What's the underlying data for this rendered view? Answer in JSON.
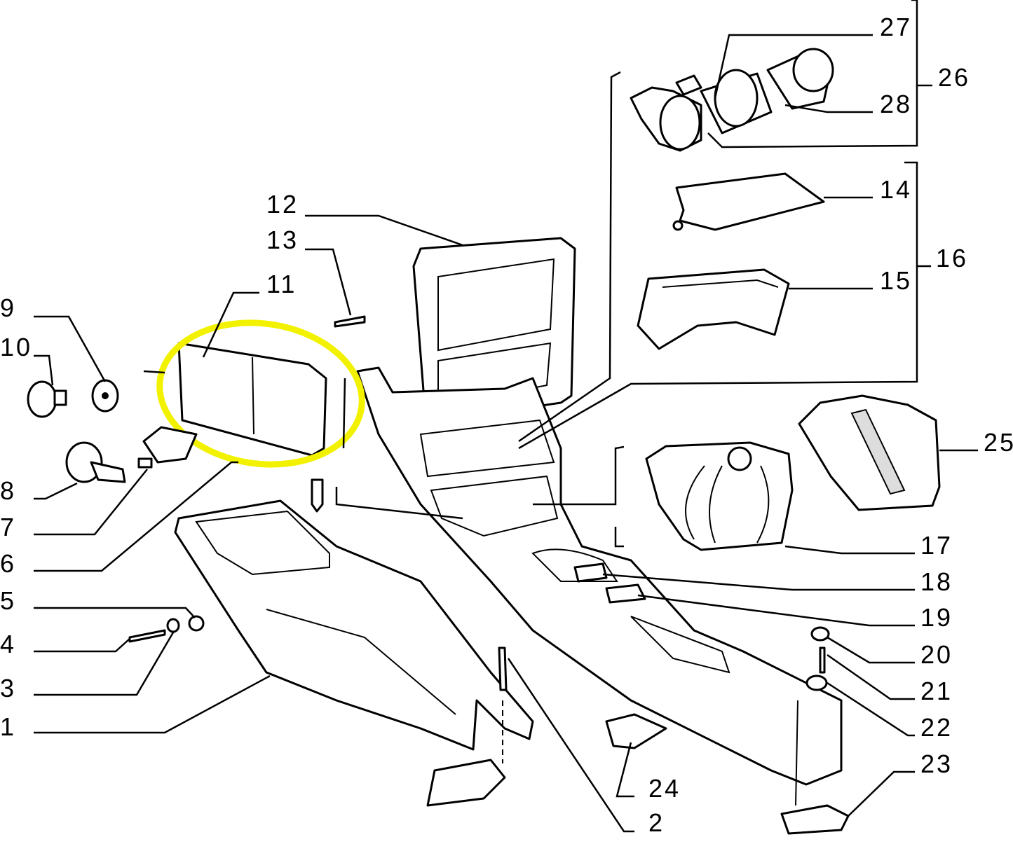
{
  "diagram": {
    "type": "exploded parts diagram - center console",
    "highlight_color": "#f2f200",
    "callouts": [
      "1",
      "2",
      "3",
      "4",
      "5",
      "6",
      "7",
      "8",
      "9",
      "10",
      "11",
      "12",
      "13",
      "14",
      "15",
      "16",
      "17",
      "18",
      "19",
      "20",
      "21",
      "22",
      "23",
      "24",
      "25",
      "26",
      "27",
      "28"
    ],
    "highlighted_part": "11"
  }
}
